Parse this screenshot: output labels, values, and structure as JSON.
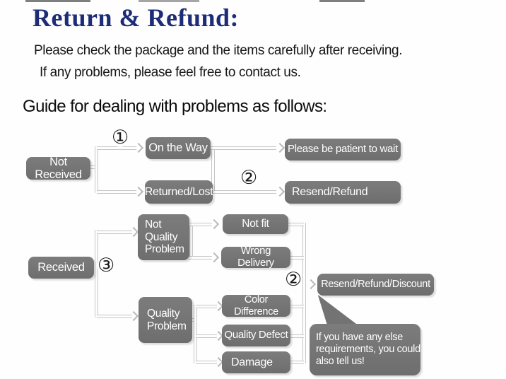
{
  "header": {
    "title": "Return & Refund:",
    "line1": "Please check the package and the items carefully after receiving.",
    "line2": "If any problems, please feel free to contact us.",
    "guide": "Guide for dealing with problems as follows:"
  },
  "flow": {
    "steps": {
      "s1": "①",
      "s2": "②",
      "s3": "③"
    },
    "labels": {
      "not_received": "Not Received",
      "on_the_way": "On the Way",
      "returned_lost": "Returned/Lost",
      "be_patient": "Please be patient to wait",
      "resend_refund": "Resend/Refund",
      "received": "Received",
      "not_quality_problem": "Not\nQuality\nProblem",
      "not_fit": "Not fit",
      "wrong_delivery": "Wrong Delivery",
      "quality_problem": "Quality\nProblem",
      "color_difference": "Color Difference",
      "quality_defect": "Quality Defect",
      "damage": "Damage",
      "resend_refund_discount": "Resend/Refund/Discount",
      "note": "If you have any else\nrequirements, you could\nalso tell us!"
    }
  },
  "colors": {
    "title_blue": "#1d2c77",
    "node_grey": "#747474",
    "node_text": "#ffffff",
    "line_grey": "#c6c6c6"
  }
}
